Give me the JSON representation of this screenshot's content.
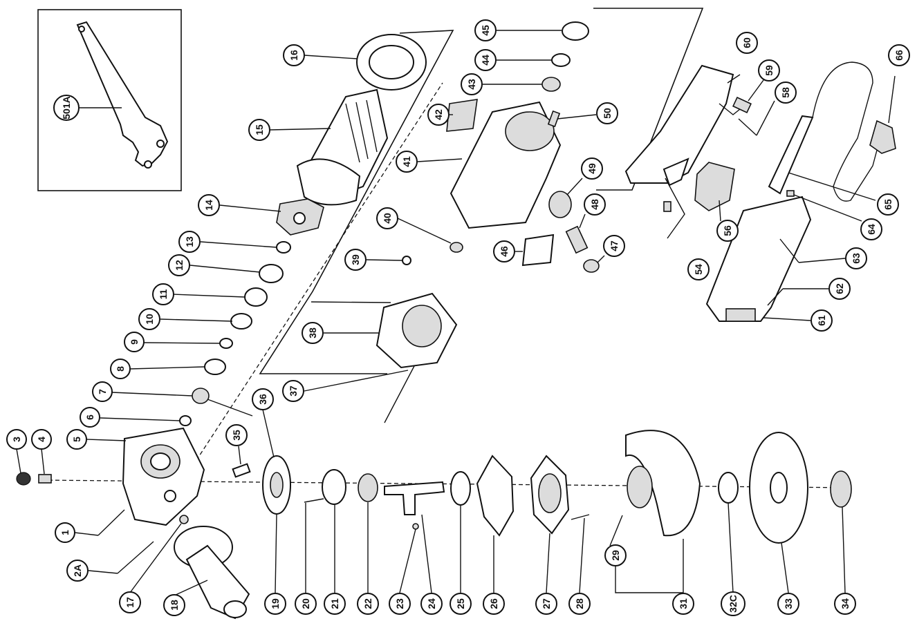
{
  "callouts": [
    {
      "id": "c1",
      "label": "1"
    },
    {
      "id": "c2a",
      "label": "2A"
    },
    {
      "id": "c3",
      "label": "3"
    },
    {
      "id": "c4",
      "label": "4"
    },
    {
      "id": "c5",
      "label": "5"
    },
    {
      "id": "c6",
      "label": "6"
    },
    {
      "id": "c7",
      "label": "7"
    },
    {
      "id": "c8",
      "label": "8"
    },
    {
      "id": "c9",
      "label": "9"
    },
    {
      "id": "c10",
      "label": "10"
    },
    {
      "id": "c11",
      "label": "11"
    },
    {
      "id": "c12",
      "label": "12"
    },
    {
      "id": "c13",
      "label": "13"
    },
    {
      "id": "c14",
      "label": "14"
    },
    {
      "id": "c15",
      "label": "15"
    },
    {
      "id": "c16",
      "label": "16"
    },
    {
      "id": "c17",
      "label": "17"
    },
    {
      "id": "c18",
      "label": "18"
    },
    {
      "id": "c19",
      "label": "19"
    },
    {
      "id": "c20",
      "label": "20"
    },
    {
      "id": "c21",
      "label": "21"
    },
    {
      "id": "c22",
      "label": "22"
    },
    {
      "id": "c23",
      "label": "23"
    },
    {
      "id": "c24",
      "label": "24"
    },
    {
      "id": "c25",
      "label": "25"
    },
    {
      "id": "c26",
      "label": "26"
    },
    {
      "id": "c27",
      "label": "27"
    },
    {
      "id": "c28",
      "label": "28"
    },
    {
      "id": "c29",
      "label": "29"
    },
    {
      "id": "c31",
      "label": "31"
    },
    {
      "id": "c32c",
      "label": "32C"
    },
    {
      "id": "c33",
      "label": "33"
    },
    {
      "id": "c34",
      "label": "34"
    },
    {
      "id": "c35",
      "label": "35"
    },
    {
      "id": "c36",
      "label": "36"
    },
    {
      "id": "c37",
      "label": "37"
    },
    {
      "id": "c38",
      "label": "38"
    },
    {
      "id": "c39",
      "label": "39"
    },
    {
      "id": "c40",
      "label": "40"
    },
    {
      "id": "c41",
      "label": "41"
    },
    {
      "id": "c42",
      "label": "42"
    },
    {
      "id": "c43",
      "label": "43"
    },
    {
      "id": "c44",
      "label": "44"
    },
    {
      "id": "c45",
      "label": "45"
    },
    {
      "id": "c46",
      "label": "46"
    },
    {
      "id": "c47",
      "label": "47"
    },
    {
      "id": "c48",
      "label": "48"
    },
    {
      "id": "c49",
      "label": "49"
    },
    {
      "id": "c50",
      "label": "50"
    },
    {
      "id": "c54",
      "label": "54"
    },
    {
      "id": "c56",
      "label": "56"
    },
    {
      "id": "c58",
      "label": "58"
    },
    {
      "id": "c59",
      "label": "59"
    },
    {
      "id": "c60",
      "label": "60"
    },
    {
      "id": "c61",
      "label": "61"
    },
    {
      "id": "c62",
      "label": "62"
    },
    {
      "id": "c63",
      "label": "63"
    },
    {
      "id": "c64",
      "label": "64"
    },
    {
      "id": "c65",
      "label": "65"
    },
    {
      "id": "c66",
      "label": "66"
    },
    {
      "id": "c501a",
      "label": "501A"
    }
  ]
}
